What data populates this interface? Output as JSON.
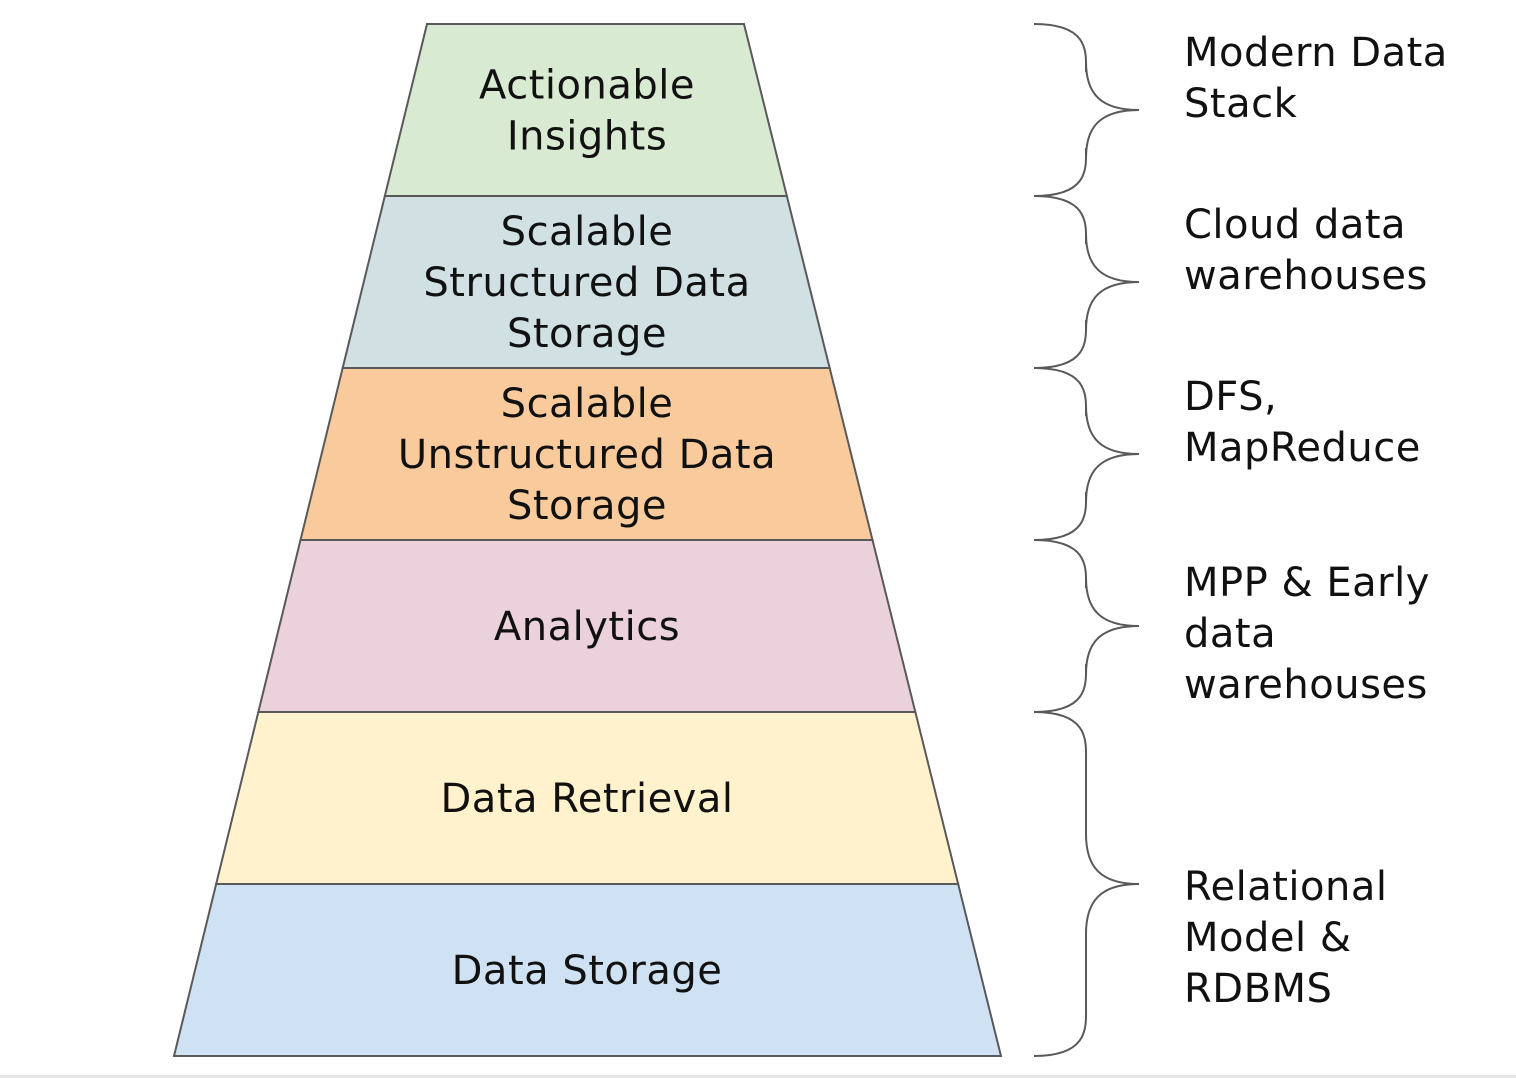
{
  "tiers": [
    {
      "id": "actionable-insights",
      "lines": [
        "Actionable",
        "Insights"
      ],
      "fill": "#d9ead3"
    },
    {
      "id": "structured-storage",
      "lines": [
        "Scalable",
        "Structured Data",
        "Storage"
      ],
      "fill": "#d0e0e3"
    },
    {
      "id": "unstructured-storage",
      "lines": [
        "Scalable",
        "Unstructured Data",
        "Storage"
      ],
      "fill": "#f9cb9c"
    },
    {
      "id": "analytics",
      "lines": [
        "Analytics"
      ],
      "fill": "#ead1dc"
    },
    {
      "id": "data-retrieval",
      "lines": [
        "Data Retrieval"
      ],
      "fill": "#fff2cc"
    },
    {
      "id": "data-storage",
      "lines": [
        "Data Storage"
      ],
      "fill": "#cfe2f3"
    }
  ],
  "eras": [
    {
      "id": "modern-data-stack",
      "lines": [
        "Modern Data",
        "Stack"
      ],
      "spans_tiers": [
        0,
        0
      ]
    },
    {
      "id": "cloud-data-warehouses",
      "lines": [
        "Cloud data",
        "warehouses"
      ],
      "spans_tiers": [
        1,
        1
      ]
    },
    {
      "id": "dfs-mapreduce",
      "lines": [
        "DFS,",
        "MapReduce"
      ],
      "spans_tiers": [
        2,
        2
      ]
    },
    {
      "id": "mpp-early-warehouses",
      "lines": [
        "MPP & Early",
        "data",
        "warehouses"
      ],
      "spans_tiers": [
        3,
        3
      ]
    },
    {
      "id": "relational-rdbms",
      "lines": [
        "Relational",
        "Model &",
        "RDBMS"
      ],
      "spans_tiers": [
        4,
        5
      ]
    }
  ],
  "colors": {
    "stroke": "#595959",
    "text": "#111111",
    "background": "#ffffff"
  }
}
